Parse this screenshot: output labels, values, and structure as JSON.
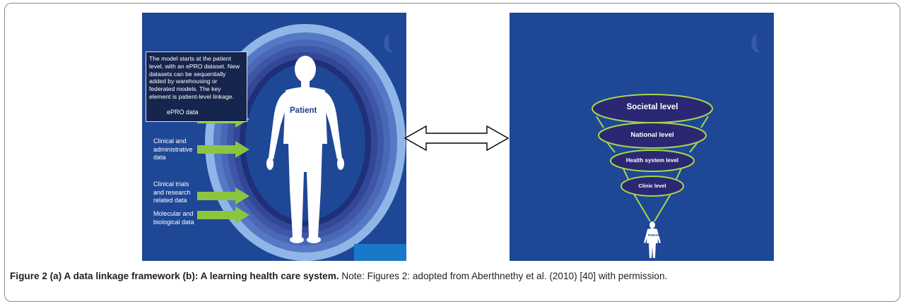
{
  "panel_a": {
    "note": "The model starts at the patient level, with an ePRO dataset. New datasets can be sequentially added by warehousing or federated models. The key element is patient-level linkage.",
    "center_label": "Patient",
    "inputs": [
      {
        "label": "ePRO data"
      },
      {
        "label": "Clinical and administrative data"
      },
      {
        "label": "Clinical trials and research related data"
      },
      {
        "label": "Molecular and biological data"
      }
    ]
  },
  "panel_b": {
    "levels": [
      "Societal level",
      "National level",
      "Health system level",
      "Clinic level"
    ],
    "base_label": "Patient"
  },
  "caption": {
    "bold": "Figure 2 (a) A data linkage framework (b): A learning health care system.",
    "text": " Note: Figures 2: adopted from Aberthnethy et al. (2010) [40] with permission."
  },
  "colors": {
    "slide_bg": "#1e4796",
    "ring_outer": "#8fb6e6",
    "ring_dark": "#1f2f78",
    "arrow_green": "#8bc540",
    "oval_fill": "#2a2872",
    "oval_stroke": "#a8d64a"
  }
}
